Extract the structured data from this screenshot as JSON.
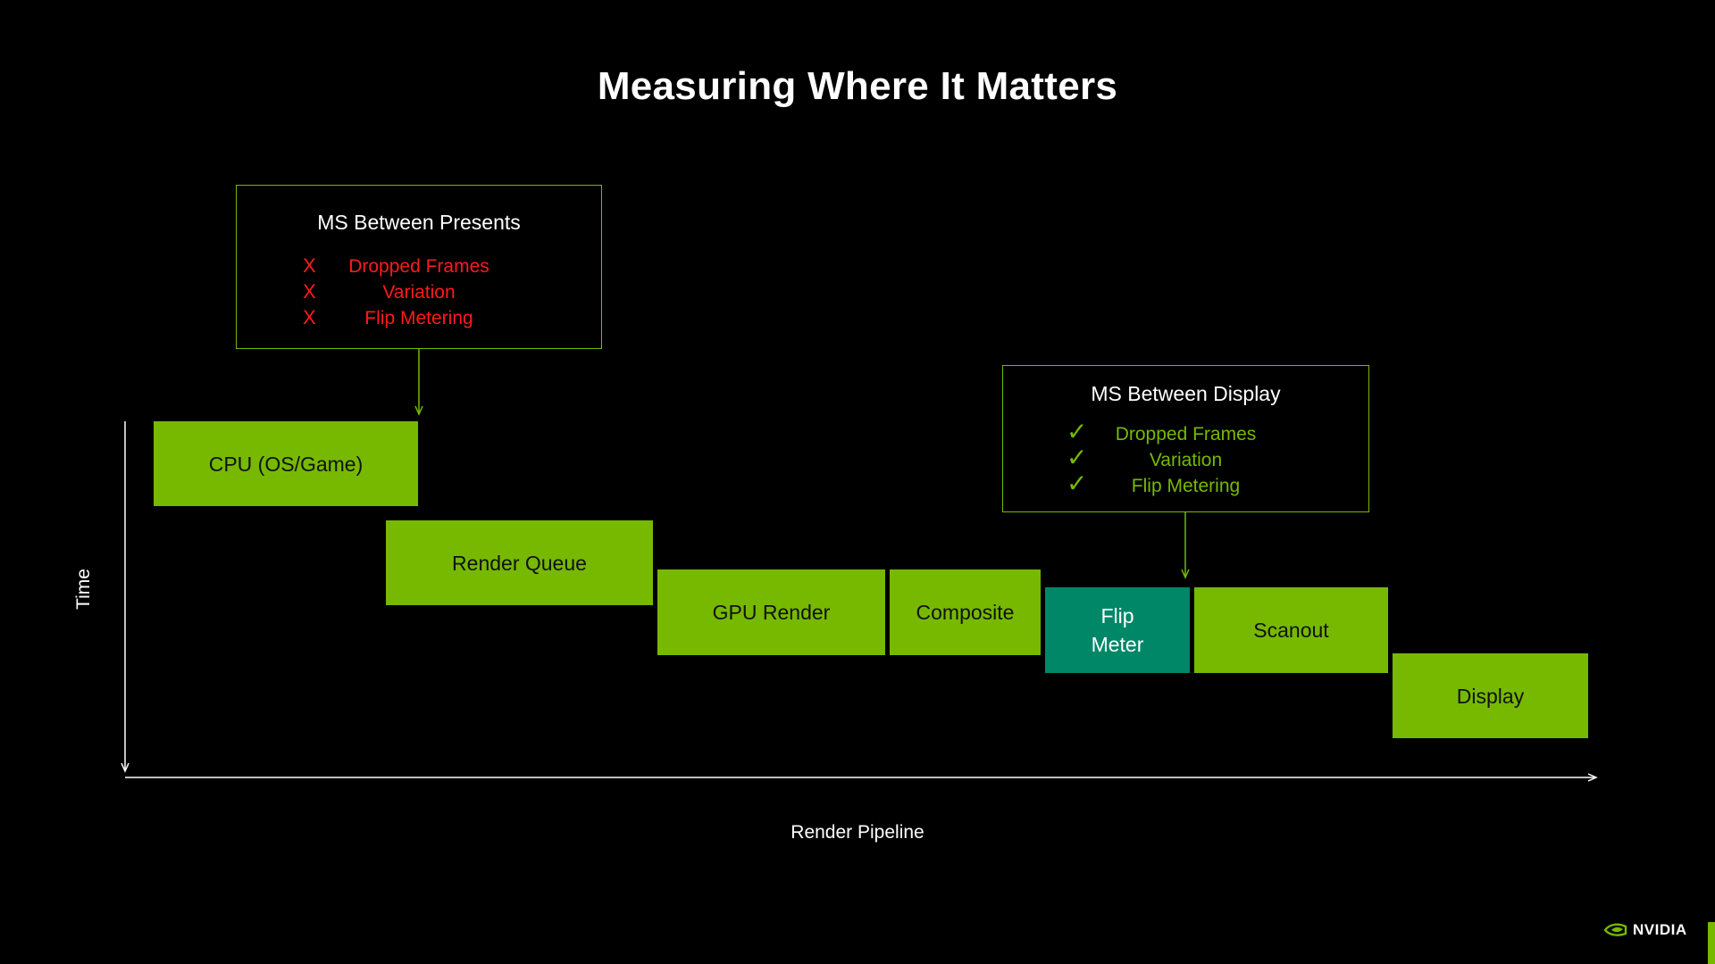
{
  "title": "Measuring Where It Matters",
  "presents_box": {
    "title": "MS Between Presents",
    "mark": "X",
    "items": [
      "Dropped Frames",
      "Variation",
      "Flip Metering"
    ]
  },
  "display_box": {
    "title": "MS Between Display",
    "mark": "✓",
    "items": [
      "Dropped Frames",
      "Variation",
      "Flip Metering"
    ]
  },
  "stages": [
    {
      "label": "CPU (OS/Game)"
    },
    {
      "label": "Render Queue"
    },
    {
      "label": "GPU Render"
    },
    {
      "label": "Composite"
    },
    {
      "label": "Flip Meter"
    },
    {
      "label": "Scanout"
    },
    {
      "label": "Display"
    }
  ],
  "axes": {
    "y_label": "Time",
    "x_label": "Render Pipeline"
  },
  "logo": {
    "text": "NVIDIA",
    "icon": "nvidia-eye-icon"
  },
  "colors": {
    "background": "#000000",
    "stage_green": "#76b900",
    "flip_meter_teal": "#008768",
    "negative_red": "#ff1a1a",
    "positive_green": "#76b900"
  }
}
